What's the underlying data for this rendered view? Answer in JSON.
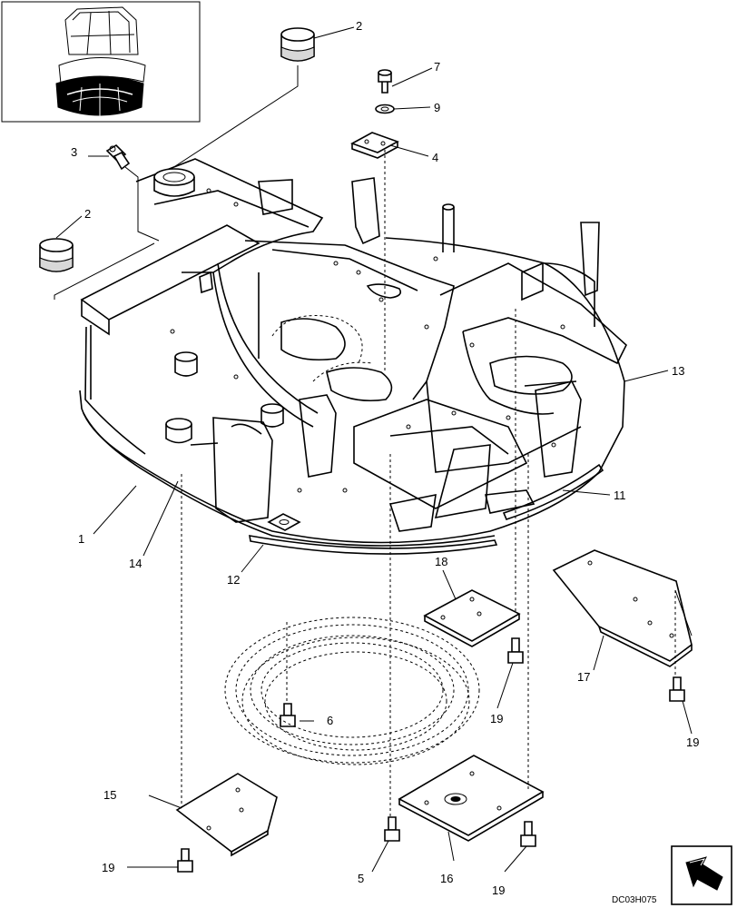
{
  "diagram": {
    "drawing_code": "DC03H075",
    "callouts": {
      "c1": "1",
      "c2a": "2",
      "c2b": "2",
      "c3": "3",
      "c4": "4",
      "c5": "5",
      "c6": "6",
      "c7": "7",
      "c9": "9",
      "c11": "11",
      "c12": "12",
      "c13": "13",
      "c14": "14",
      "c15": "15",
      "c16": "16",
      "c17": "17",
      "c18": "18",
      "c19a": "19",
      "c19b": "19",
      "c19c": "19",
      "c19d": "19"
    }
  }
}
